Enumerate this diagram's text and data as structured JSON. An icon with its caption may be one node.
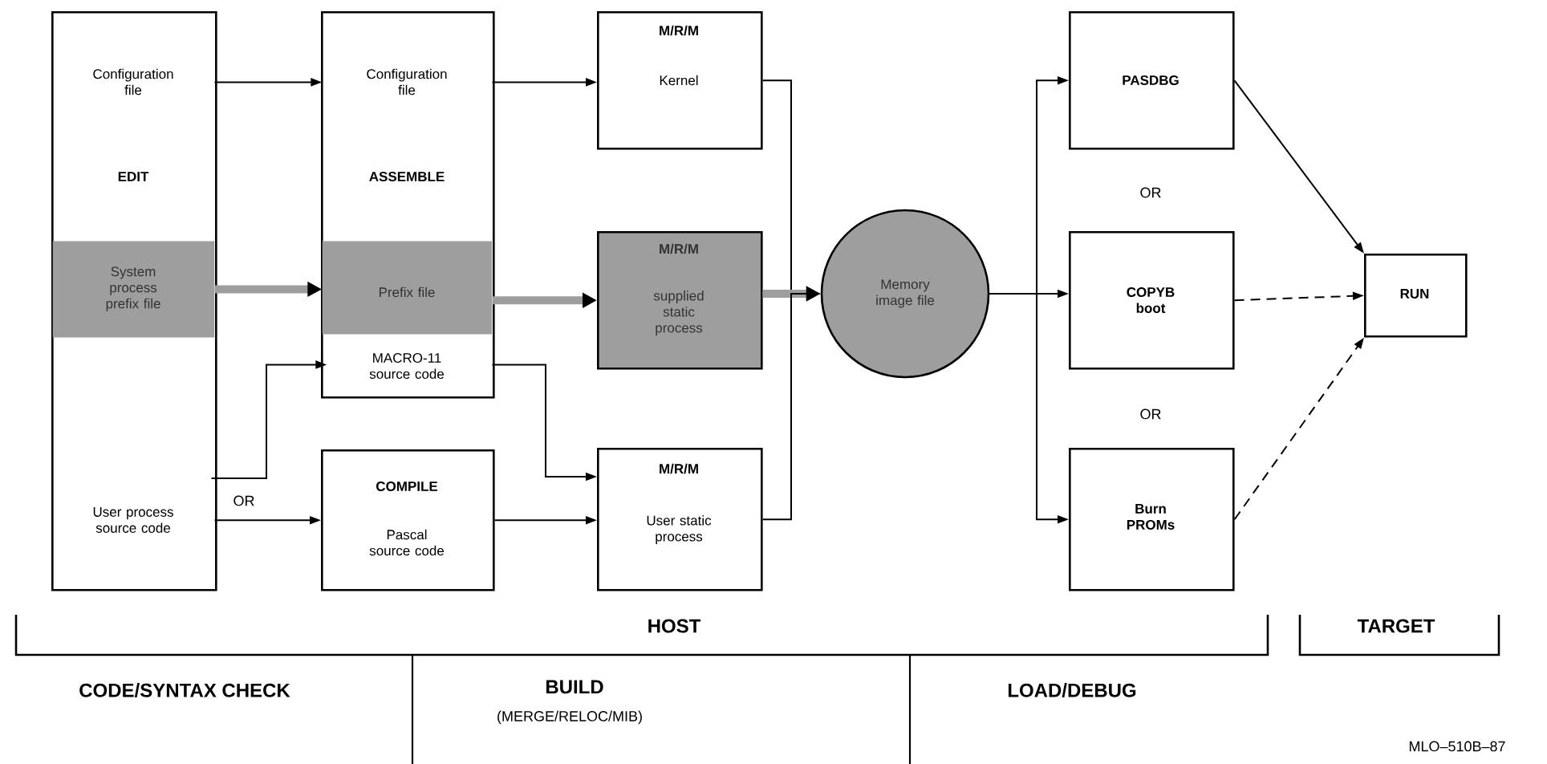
{
  "diagram": {
    "nodes": [
      {
        "text": [
          "EDIT"
        ]
      },
      {
        "text": [
          "Configuration file"
        ],
        "in": 0
      },
      {
        "text": [
          "System process prefix file"
        ],
        "in": 0
      },
      {
        "text": [
          "User process source code"
        ],
        "in": 0
      },
      {
        "text": [
          "ASSEMBLE"
        ]
      },
      {
        "text": [
          "Configuration file"
        ],
        "in": 4
      },
      {
        "text": [
          "Prefix file"
        ],
        "in": 4
      },
      {
        "text": [
          "MACRO-11 source code"
        ],
        "in": 4
      },
      {
        "text": [
          "COMPILE",
          "Pascal source code"
        ]
      },
      {
        "text": [
          "M/R/M",
          "Kernel"
        ]
      },
      {
        "text": [
          "M/R/M",
          "supplied static process"
        ]
      },
      {
        "text": [
          "M/R/M",
          "User static process"
        ]
      },
      {
        "text": [
          "Memory image file"
        ]
      },
      {
        "text": [
          "PASDBG"
        ]
      },
      {
        "text": [
          "COPYB boot"
        ]
      },
      {
        "text": [
          "Burn PROMs"
        ]
      },
      {
        "text": [
          "RUN"
        ]
      }
    ],
    "edges": [
      {
        "from": 1,
        "to": 5,
        "arrow": "to"
      },
      {
        "from": 2,
        "to": 6,
        "arrow": "to",
        "style": "thick",
        "color": "#9e9e9e"
      },
      {
        "from": 3,
        "to": 7,
        "arrow": "to"
      },
      {
        "from": 3,
        "to": 8,
        "arrow": "to",
        "label": "OR"
      },
      {
        "from": 5,
        "to": 9,
        "arrow": "to"
      },
      {
        "from": 6,
        "to": 10,
        "arrow": "to",
        "style": "thick",
        "color": "#9e9e9e"
      },
      {
        "from": 7,
        "to": 11,
        "arrow": "to"
      },
      {
        "from": 8,
        "to": 11,
        "arrow": "to"
      },
      {
        "from": 9,
        "to": 12,
        "arrow": "to"
      },
      {
        "from": 10,
        "to": 12,
        "arrow": "to",
        "style": "thick",
        "color": "#9e9e9e"
      },
      {
        "from": 11,
        "to": 12,
        "arrow": "to"
      },
      {
        "from": 12,
        "to": 13,
        "arrow": "to"
      },
      {
        "from": 12,
        "to": 14,
        "arrow": "to"
      },
      {
        "from": 12,
        "to": 15,
        "arrow": "to"
      },
      {
        "from": 13,
        "to": 16,
        "arrow": "to"
      },
      {
        "from": 14,
        "to": 16,
        "arrow": "to",
        "style": "dashed"
      },
      {
        "from": 15,
        "to": 16,
        "arrow": "to",
        "style": "dashed"
      }
    ],
    "labels": [
      "OR",
      "OR",
      "HOST",
      "TARGET",
      "CODE/SYNTAX CHECK",
      "BUILD",
      "(MERGE/RELOC/MIB)",
      "LOAD/DEBUG",
      "MLO–510B–87"
    ]
  }
}
